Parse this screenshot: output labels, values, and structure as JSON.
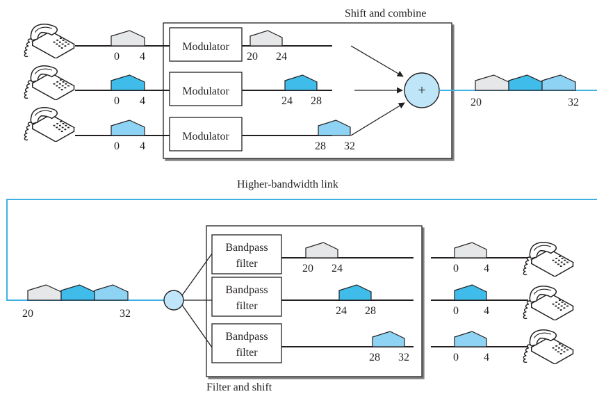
{
  "mux": {
    "title": "Shift and combine",
    "modulator_label": "Modulator",
    "plus_symbol": "+",
    "inputs": [
      {
        "in_lo": "0",
        "in_hi": "4",
        "out_lo": "20",
        "out_hi": "24",
        "color": "#e6e7e8"
      },
      {
        "in_lo": "0",
        "in_hi": "4",
        "out_lo": "24",
        "out_hi": "28",
        "color": "#3fbce9"
      },
      {
        "in_lo": "0",
        "in_hi": "4",
        "out_lo": "28",
        "out_hi": "32",
        "color": "#8fd3f4"
      }
    ],
    "output_lo": "20",
    "output_hi": "32"
  },
  "link": {
    "label": "Higher-bandwidth link",
    "color": "#3fb0e3"
  },
  "demux": {
    "title": "Filter and shift",
    "filter_line1": "Bandpass",
    "filter_line2": "filter",
    "input_lo": "20",
    "input_hi": "32",
    "outputs": [
      {
        "band_lo": "20",
        "band_hi": "24",
        "out_lo": "0",
        "out_hi": "4",
        "color": "#e6e7e8"
      },
      {
        "band_lo": "24",
        "band_hi": "28",
        "out_lo": "0",
        "out_hi": "4",
        "color": "#3fbce9"
      },
      {
        "band_lo": "28",
        "band_hi": "32",
        "out_lo": "0",
        "out_hi": "4",
        "color": "#8fd3f4"
      }
    ]
  },
  "icons": [
    "telephone-icon"
  ]
}
